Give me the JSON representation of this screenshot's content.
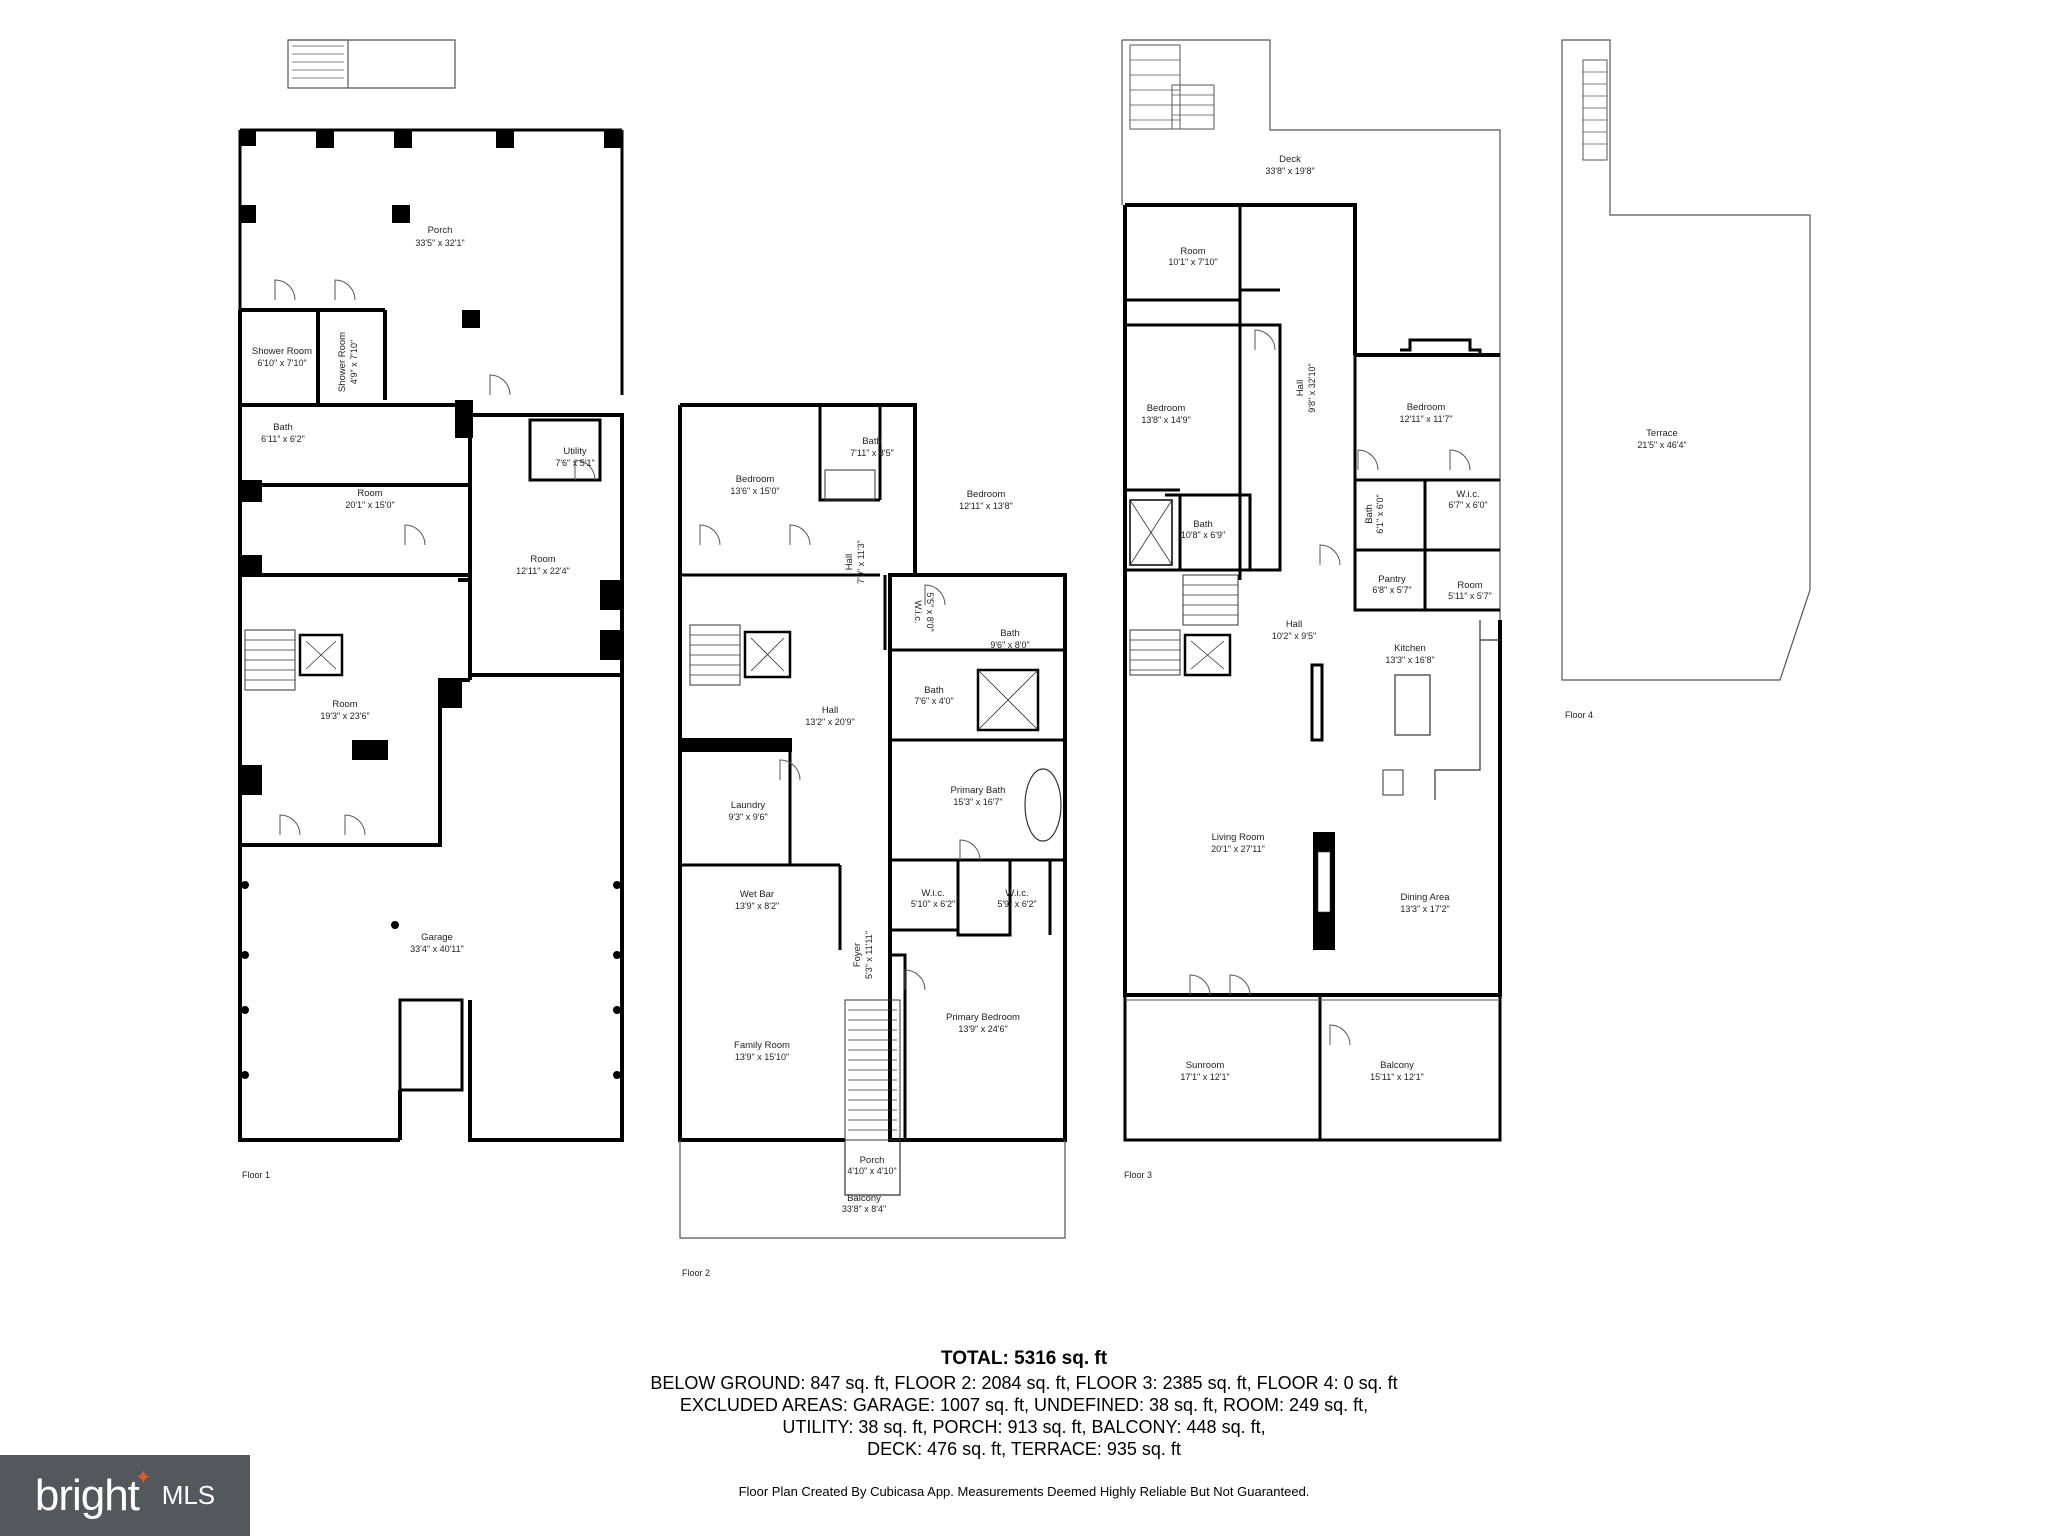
{
  "floors": [
    {
      "label": "Floor 1"
    },
    {
      "label": "Floor 2"
    },
    {
      "label": "Floor 3"
    },
    {
      "label": "Floor 4"
    }
  ],
  "rooms": {
    "f1": [
      {
        "name": "Porch",
        "dim": "33'5\" x 32'1\""
      },
      {
        "name": "Shower Room",
        "dim": "6'10\" x 7'10\""
      },
      {
        "name": "Shower Room",
        "dim": "4'9\" x 7'10\""
      },
      {
        "name": "Bath",
        "dim": "6'11\" x 6'2\""
      },
      {
        "name": "Utility",
        "dim": "7'6\" x 5'1\""
      },
      {
        "name": "Room",
        "dim": "20'1\" x 15'0\""
      },
      {
        "name": "Room",
        "dim": "12'11\" x 22'4\""
      },
      {
        "name": "Room",
        "dim": "19'3\" x 23'6\""
      },
      {
        "name": "Garage",
        "dim": "33'4\" x 40'11\""
      }
    ],
    "f2": [
      {
        "name": "Bedroom",
        "dim": "13'6\" x 15'0\""
      },
      {
        "name": "Bath",
        "dim": "7'11\" x 8'5\""
      },
      {
        "name": "Bedroom",
        "dim": "12'11\" x 13'8\""
      },
      {
        "name": "Hall",
        "dim": "7'9\" x 11'3\""
      },
      {
        "name": "W.i.c.",
        "dim": "5'5\" x 8'0\""
      },
      {
        "name": "Bath",
        "dim": "9'6\" x 8'0\""
      },
      {
        "name": "Bath",
        "dim": "7'6\" x 4'0\""
      },
      {
        "name": "Hall",
        "dim": "13'2\" x 20'9\""
      },
      {
        "name": "Laundry",
        "dim": "9'3\" x 9'6\""
      },
      {
        "name": "Primary Bath",
        "dim": "15'3\" x 16'7\""
      },
      {
        "name": "Wet Bar",
        "dim": "13'9\" x 8'2\""
      },
      {
        "name": "W.i.c.",
        "dim": "5'10\" x 6'2\""
      },
      {
        "name": "W.i.c.",
        "dim": "5'9\" x 6'2\""
      },
      {
        "name": "Foyer",
        "dim": "5'3\" x 11'11\""
      },
      {
        "name": "Family Room",
        "dim": "13'9\" x 15'10\""
      },
      {
        "name": "Primary Bedroom",
        "dim": "13'9\" x 24'6\""
      },
      {
        "name": "Porch",
        "dim": "4'10\" x 4'10\""
      },
      {
        "name": "Balcony",
        "dim": "33'8\" x 8'4\""
      }
    ],
    "f3": [
      {
        "name": "Deck",
        "dim": "33'8\" x 19'8\""
      },
      {
        "name": "Room",
        "dim": "10'1\" x 7'10\""
      },
      {
        "name": "Hall",
        "dim": "9'8\" x 32'10\""
      },
      {
        "name": "Bedroom",
        "dim": "13'8\" x 14'9\""
      },
      {
        "name": "Bedroom",
        "dim": "12'11\" x 11'7\""
      },
      {
        "name": "Bath",
        "dim": "6'1\" x 6'0\""
      },
      {
        "name": "W.i.c.",
        "dim": "6'7\" x 6'0\""
      },
      {
        "name": "Bath",
        "dim": "10'8\" x 6'9\""
      },
      {
        "name": "Pantry",
        "dim": "6'8\" x 5'7\""
      },
      {
        "name": "Room",
        "dim": "5'11\" x 5'7\""
      },
      {
        "name": "Hall",
        "dim": "10'2\" x 9'5\""
      },
      {
        "name": "Kitchen",
        "dim": "13'3\" x 16'8\""
      },
      {
        "name": "Living Room",
        "dim": "20'1\" x 27'11\""
      },
      {
        "name": "Dining Area",
        "dim": "13'3\" x 17'2\""
      },
      {
        "name": "Sunroom",
        "dim": "17'1\" x 12'1\""
      },
      {
        "name": "Balcony",
        "dim": "15'11\" x 12'1\""
      }
    ],
    "f4": [
      {
        "name": "Terrace",
        "dim": "21'5\" x 46'4\""
      }
    ]
  },
  "totals": {
    "title": "TOTAL: 5316 sq. ft",
    "lines": [
      "BELOW GROUND: 847 sq. ft, FLOOR 2: 2084 sq. ft, FLOOR 3: 2385 sq. ft, FLOOR 4: 0 sq. ft",
      "EXCLUDED AREAS: GARAGE: 1007 sq. ft, UNDEFINED: 38 sq. ft, ROOM: 249 sq. ft,",
      "UTILITY: 38 sq. ft, PORCH: 913 sq. ft, BALCONY: 448 sq. ft,",
      "DECK: 476 sq. ft, TERRACE: 935 sq. ft"
    ]
  },
  "disclaimer": "Floor Plan Created By Cubicasa App. Measurements Deemed Highly Reliable But Not Guaranteed.",
  "brand": {
    "word": "bright",
    "suffix": "MLS"
  },
  "colors": {
    "wall": "#000000",
    "thin_line": "#555555",
    "brand_bg": "#54585c",
    "brand_accent": "#e05a2c"
  }
}
